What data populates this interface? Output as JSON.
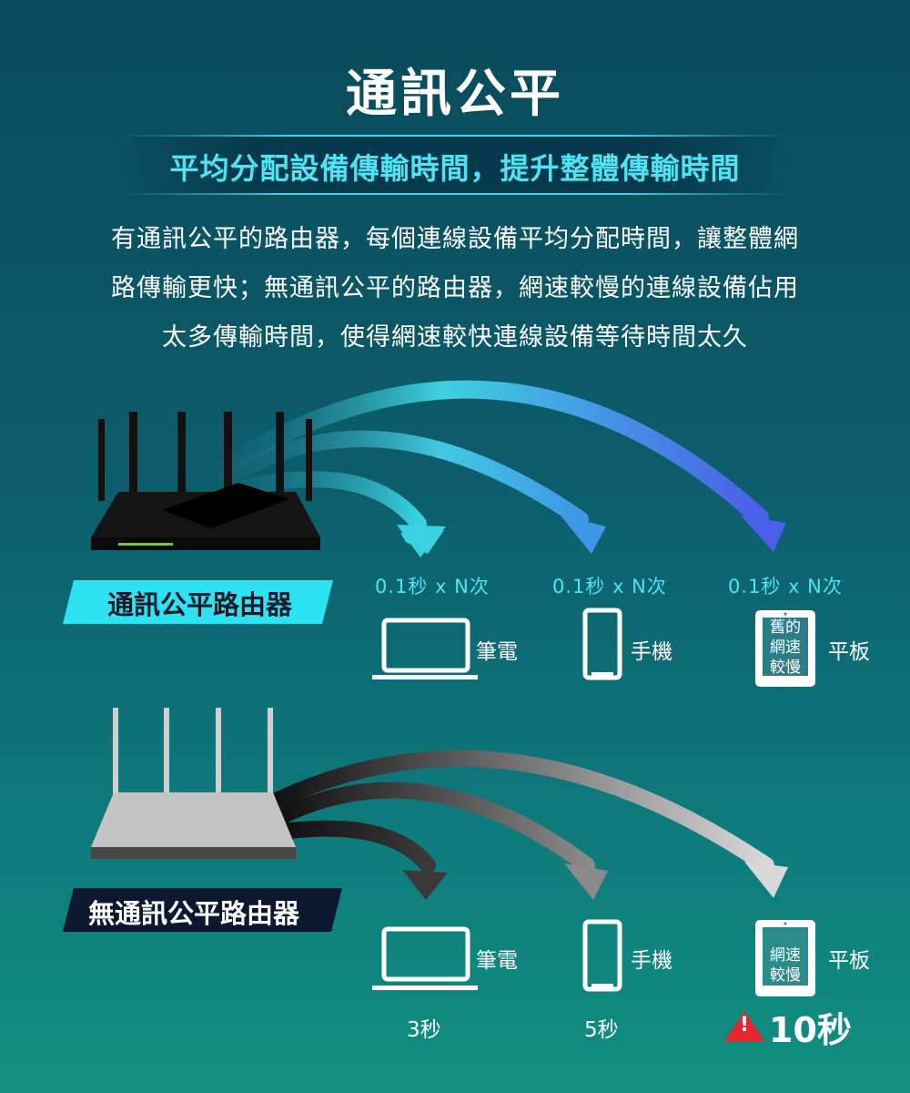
{
  "header": {
    "title": "通訊公平",
    "subtitle": "平均分配設備傳輸時間，提升整體傳輸時間",
    "description_lines": [
      "有通訊公平的路由器，每個連線設備平均分配時間，讓整體網",
      "路傳輸更快；無通訊公平的路由器，網速較慢的連線設備佔用",
      "太多傳輸時間，使得網速較快連線設備等待時間太久"
    ]
  },
  "fair_section": {
    "label": "通訊公平路由器",
    "devices": [
      {
        "rate": "0.1秒 x N次",
        "name": "筆電"
      },
      {
        "rate": "0.1秒 x N次",
        "name": "手機"
      },
      {
        "rate": "0.1秒 x N次",
        "name": "平板",
        "screen_lines": [
          "舊的",
          "網速",
          "較慢"
        ]
      }
    ]
  },
  "unfair_section": {
    "label": "無通訊公平路由器",
    "devices": [
      {
        "name": "筆電",
        "time": "3秒"
      },
      {
        "name": "手機",
        "time": "5秒"
      },
      {
        "name": "平板",
        "time": "10秒",
        "screen_lines": [
          "網速",
          "較慢"
        ],
        "warning_symbol": "!"
      }
    ]
  },
  "icons": [
    "router-icon",
    "laptop-icon",
    "phone-icon",
    "tablet-icon",
    "warning-icon",
    "arrow-icon"
  ],
  "colors": {
    "accent_cyan": "#2de3f2",
    "label_dark": "#0c1730",
    "warning_red": "#e8262d",
    "arrow_blue_end": "#4a5fe8"
  }
}
